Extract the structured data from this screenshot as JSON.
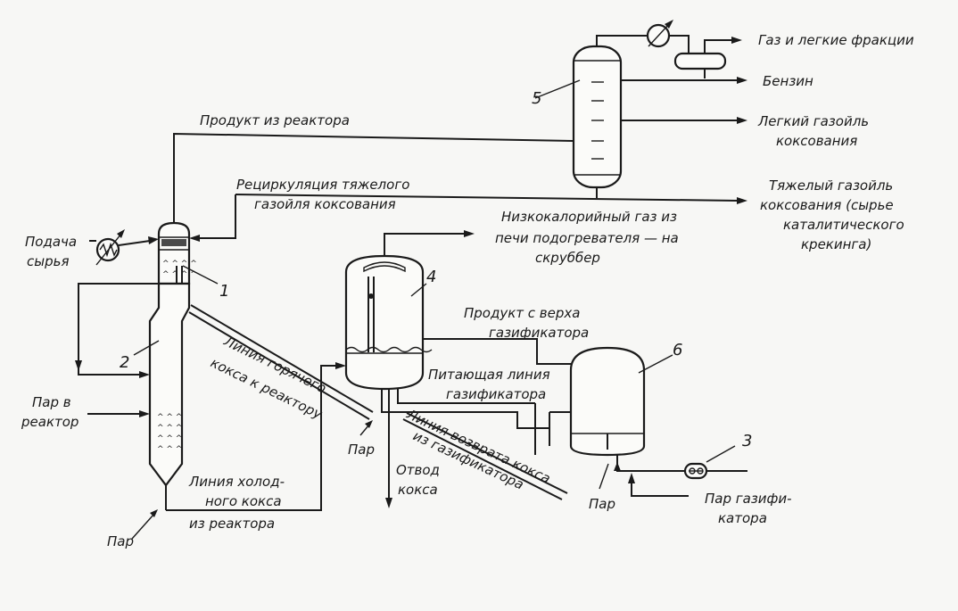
{
  "colors": {
    "ink": "#1a1a1a",
    "paper": "#f7f7f5"
  },
  "numbers": {
    "n1": "1",
    "n2": "2",
    "n3": "3",
    "n4": "4",
    "n5": "5",
    "n6": "6"
  },
  "labels": {
    "gas_light": "Газ и легкие фракции",
    "gasoline": "Бензин",
    "light_gasoil_1": "Легкий газойль",
    "light_gasoil_2": "коксования",
    "product_reactor": "Продукт из реактора",
    "recycle_1": "Рециркуляция тяжелого",
    "recycle_2": "газойля коксования",
    "heavy_gasoil_1": "Тяжелый газойль",
    "heavy_gasoil_2": "коксования (сырье",
    "heavy_gasoil_3": "каталитического",
    "heavy_gasoil_4": "крекинга)",
    "low_gas_1": "Низкокалорийный газ из",
    "low_gas_2": "печи подогревателя — на",
    "low_gas_3": "скруббер",
    "feed_1": "Подача",
    "feed_2": "сырья",
    "hot_coke_1": "Линия горячего",
    "hot_coke_2": "кокса к реактору",
    "steam_reactor_1": "Пар в",
    "steam_reactor_2": "реактор",
    "steam_mid": "Пар",
    "steam_bottom": "Пар",
    "steam_right": "Пар",
    "coke_out_1": "Отвод",
    "coke_out_2": "кокса",
    "cold_coke_1": "Линия холод-",
    "cold_coke_2": "ного кокса",
    "cold_coke_3": "из реактора",
    "gasifier_top_1": "Продукт с верха",
    "gasifier_top_2": "газификатора",
    "feed_gasifier_1": "Питающая линия",
    "feed_gasifier_2": "газификатора",
    "return_coke_1": "Линия возврата кокса",
    "return_coke_2": "из газификатора",
    "gasifier_steam_1": "Пар газифи-",
    "gasifier_steam_2": "катора"
  }
}
